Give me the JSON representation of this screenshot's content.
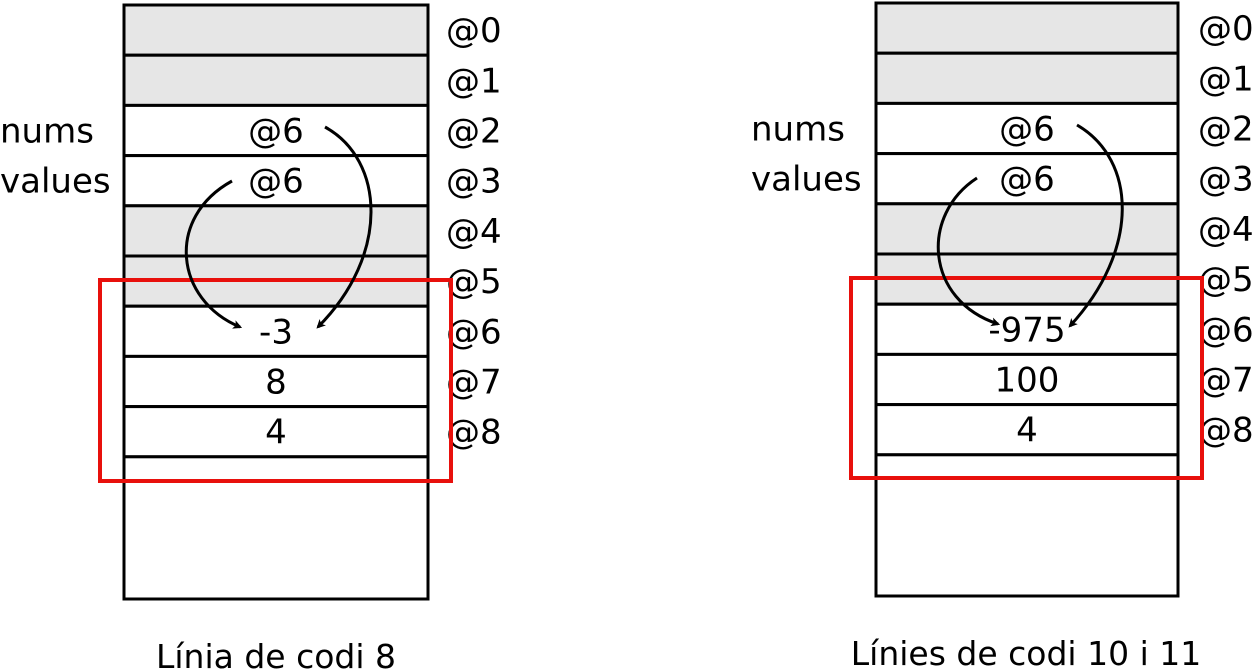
{
  "colors": {
    "shaded_cell": "#e6e6e6",
    "plain_cell": "#ffffff",
    "outline": "#000000",
    "highlight_box": "#e8100c"
  },
  "panels": [
    {
      "caption": "Línia de codi 8",
      "cells": [
        {
          "shaded": true,
          "value": ""
        },
        {
          "shaded": true,
          "value": ""
        },
        {
          "shaded": false,
          "value": "@6"
        },
        {
          "shaded": false,
          "value": "@6"
        },
        {
          "shaded": true,
          "value": ""
        },
        {
          "shaded": true,
          "value": ""
        },
        {
          "shaded": false,
          "value": "-3"
        },
        {
          "shaded": false,
          "value": "8"
        },
        {
          "shaded": false,
          "value": "4"
        },
        {
          "shaded": false,
          "value": ""
        }
      ],
      "addresses": [
        "@0",
        "@1",
        "@2",
        "@3",
        "@4",
        "@5",
        "@6",
        "@7",
        "@8"
      ],
      "variables": [
        {
          "name": "nums",
          "cell": 2
        },
        {
          "name": "values",
          "cell": 3
        }
      ],
      "pointers": [
        {
          "from": "nums",
          "to_cell": 6
        },
        {
          "from": "values",
          "to_cell": 6
        }
      ]
    },
    {
      "caption": "Línies de codi 10 i 11",
      "cells": [
        {
          "shaded": true,
          "value": ""
        },
        {
          "shaded": true,
          "value": ""
        },
        {
          "shaded": false,
          "value": "@6"
        },
        {
          "shaded": false,
          "value": "@6"
        },
        {
          "shaded": true,
          "value": ""
        },
        {
          "shaded": true,
          "value": ""
        },
        {
          "shaded": false,
          "value": "-975"
        },
        {
          "shaded": false,
          "value": "100"
        },
        {
          "shaded": false,
          "value": "4"
        },
        {
          "shaded": false,
          "value": ""
        }
      ],
      "addresses": [
        "@0",
        "@1",
        "@2",
        "@3",
        "@4",
        "@5",
        "@6",
        "@7",
        "@8"
      ],
      "variables": [
        {
          "name": "nums",
          "cell": 2
        },
        {
          "name": "values",
          "cell": 3
        }
      ],
      "pointers": [
        {
          "from": "nums",
          "to_cell": 6
        },
        {
          "from": "values",
          "to_cell": 6
        }
      ]
    }
  ]
}
